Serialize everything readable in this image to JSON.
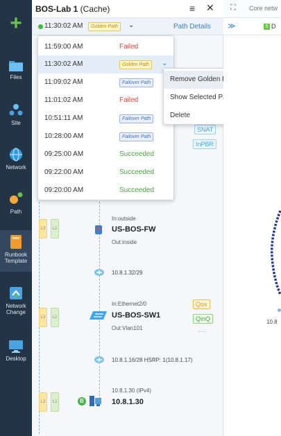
{
  "rail": {
    "add_label": "+",
    "items": [
      {
        "label": "Files",
        "icon": "folder-icon"
      },
      {
        "label": "Site",
        "icon": "site-icon"
      },
      {
        "label": "Network",
        "icon": "network-globe-icon"
      },
      {
        "label": "Path",
        "icon": "path-icon"
      },
      {
        "label": "Runbook Template",
        "icon": "runbook-icon"
      },
      {
        "label": "Network Change",
        "icon": "network-change-icon"
      },
      {
        "label": "Desktop",
        "icon": "desktop-icon"
      }
    ]
  },
  "panel": {
    "title_bold": "BOS-Lab 1",
    "title_suffix": " (Cache)",
    "menu_icon": "≡",
    "close_icon": "✕",
    "current_time": "11:30:02 AM",
    "current_badge": "Golden Path",
    "chevron": "⌄",
    "path_details": "Path Details"
  },
  "history": [
    {
      "time": "11:59:00 AM",
      "status": "Failed",
      "kind": "failed"
    },
    {
      "time": "11:30:02 AM",
      "status": "Golden Path",
      "kind": "golden",
      "selected": true
    },
    {
      "time": "11:09:02 AM",
      "status": "Failover Path",
      "kind": "failover"
    },
    {
      "time": "11:01:02 AM",
      "status": "Failed",
      "kind": "failed"
    },
    {
      "time": "10:51:11 AM",
      "status": "Failover Path",
      "kind": "failover"
    },
    {
      "time": "10:28:00 AM",
      "status": "Failover Path",
      "kind": "failover"
    },
    {
      "time": "09:25:00 AM",
      "status": "Succeeded",
      "kind": "ok"
    },
    {
      "time": "09:22:00 AM",
      "status": "Succeeded",
      "kind": "ok"
    },
    {
      "time": "09:20:00 AM",
      "status": "Succeeded",
      "kind": "ok"
    }
  ],
  "context_menu": {
    "items": [
      "Remove Golden Path",
      "Show Selected Path",
      "Delete"
    ]
  },
  "diagram": {
    "tags_top": [
      "SNAT",
      "InPBR"
    ],
    "fw": {
      "in": "In:outside",
      "name": "US-BOS-FW",
      "out": "Out:inside"
    },
    "subnet1": "10.8.1.32/29",
    "sw": {
      "in": "In:Ethernet2/0",
      "name": "US-BOS-SW1",
      "out": "Out:Vlan101",
      "tags": [
        "Qos",
        "QinQ"
      ],
      "more": "......"
    },
    "subnet2": "10.8.1.16/28 HSRP: 1(10.8.1.17)",
    "host": {
      "label": "10.8.1.30 (IPv4)",
      "name": "10.8.1.30",
      "marker": "B"
    },
    "stack_labels": [
      "L3",
      "L2"
    ]
  },
  "right": {
    "tab_icon": "⛶",
    "tab_label": "Core netw",
    "dbl": "≫",
    "mark": "5",
    "sub_label": "D",
    "ip": "10.8"
  }
}
